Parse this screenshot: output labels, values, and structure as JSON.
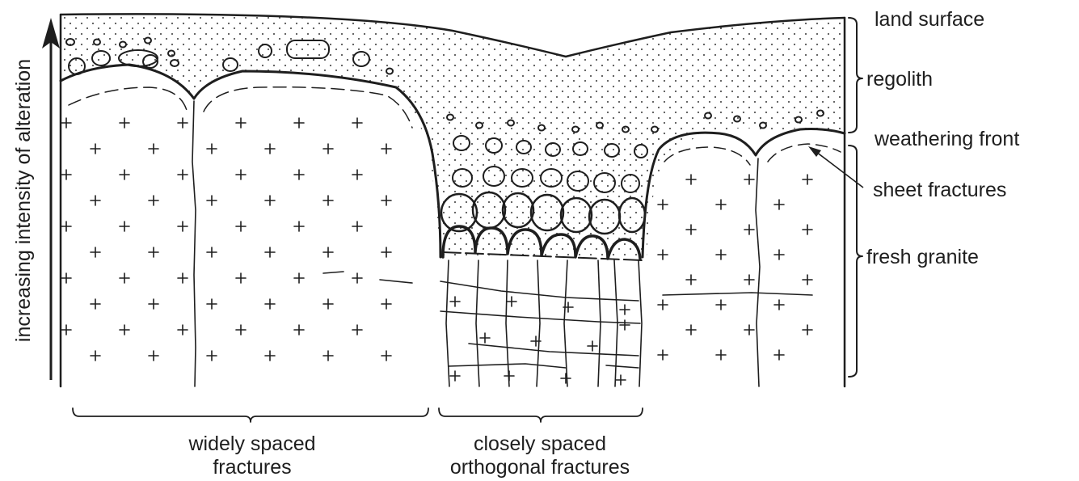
{
  "diagram": {
    "y_axis_label": "increasing intensity of alteration",
    "right_labels": {
      "land_surface": "land surface",
      "regolith": "regolith",
      "weathering_front": "weathering front",
      "sheet_fractures": "sheet fractures",
      "fresh_granite": "fresh granite"
    },
    "bottom_labels": {
      "widely_spaced_line1": "widely spaced",
      "widely_spaced_line2": "fractures",
      "closely_spaced_line1": "closely spaced",
      "closely_spaced_line2": "orthogonal fractures"
    }
  }
}
